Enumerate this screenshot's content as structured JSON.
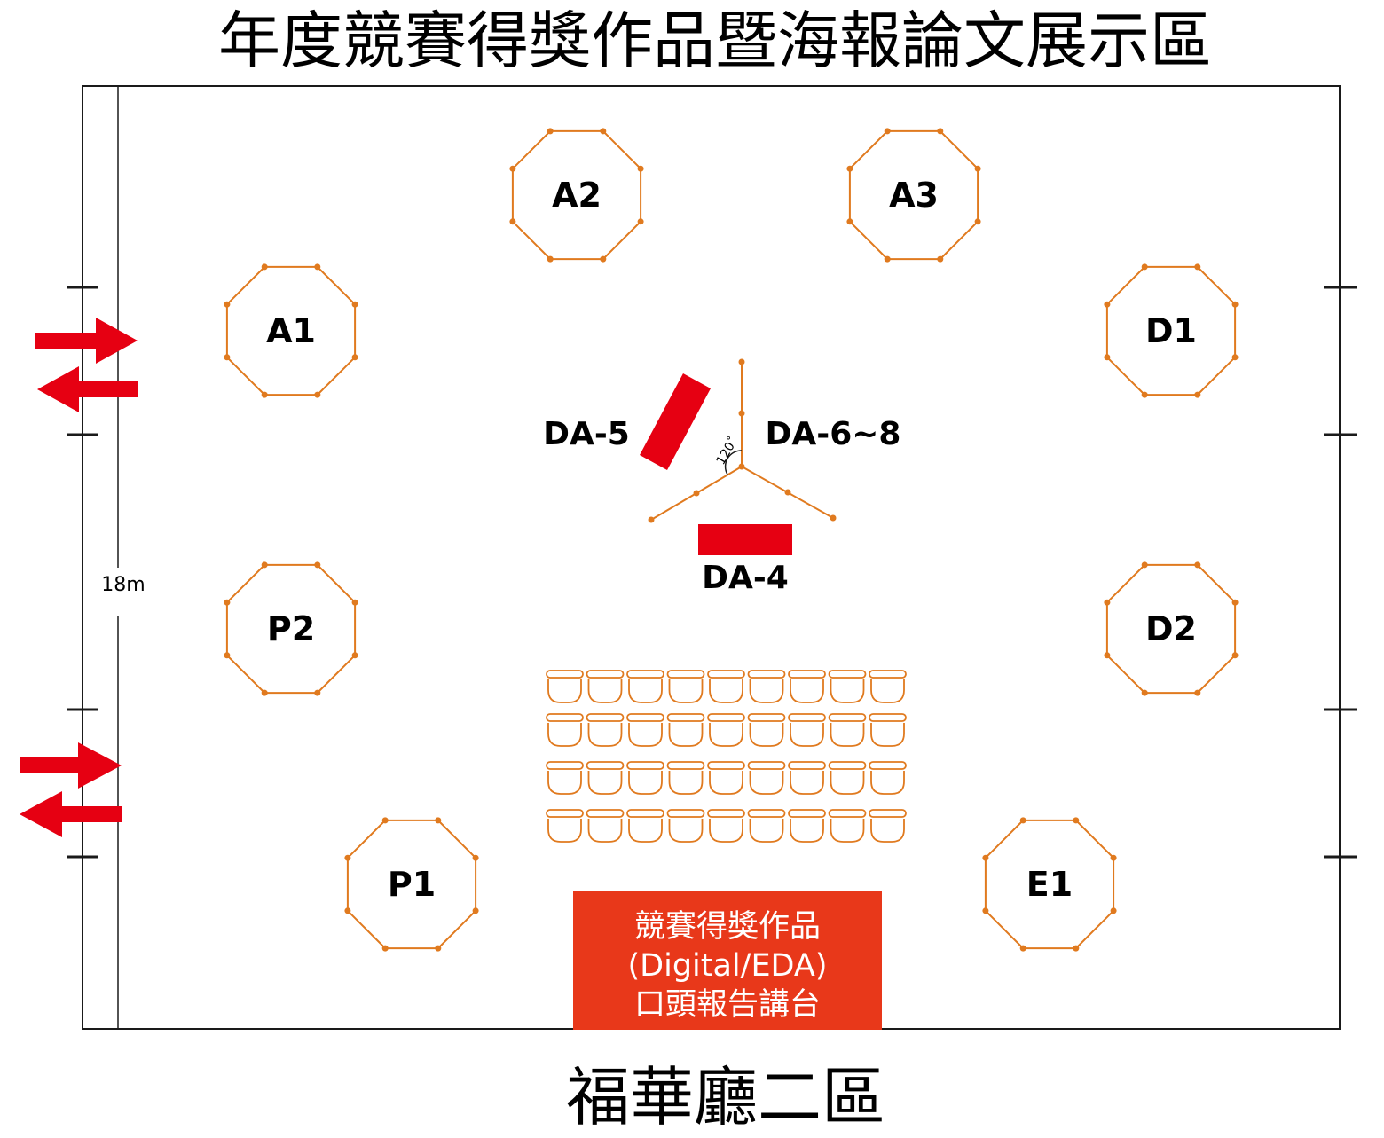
{
  "title": "年度競賽得獎作品暨海報論文展示區",
  "footer": "福華廳二區",
  "dimension_label": "18m",
  "angle_label": "120˚",
  "colors": {
    "booth_stroke": "#e07a1f",
    "accent_red": "#e60012",
    "podium_fill": "#e8381a",
    "wall": "#1a1a1a",
    "text": "#000000"
  },
  "booths": [
    {
      "id": "A2",
      "label": "A2"
    },
    {
      "id": "A3",
      "label": "A3"
    },
    {
      "id": "A1",
      "label": "A1"
    },
    {
      "id": "D1",
      "label": "D1"
    },
    {
      "id": "P2",
      "label": "P2"
    },
    {
      "id": "D2",
      "label": "D2"
    },
    {
      "id": "P1",
      "label": "P1"
    },
    {
      "id": "E1",
      "label": "E1"
    }
  ],
  "displays": {
    "da5": "DA-5",
    "da68": "DA-6~8",
    "da4": "DA-4"
  },
  "seating": {
    "rows": 4,
    "cols": 9
  },
  "podium": {
    "line1": "競賽得獎作品",
    "line2": "(Digital/EDA)",
    "line3": "口頭報告講台"
  },
  "icons": {
    "entrance": "bidirectional-arrow-icon",
    "seat": "chair-icon"
  }
}
